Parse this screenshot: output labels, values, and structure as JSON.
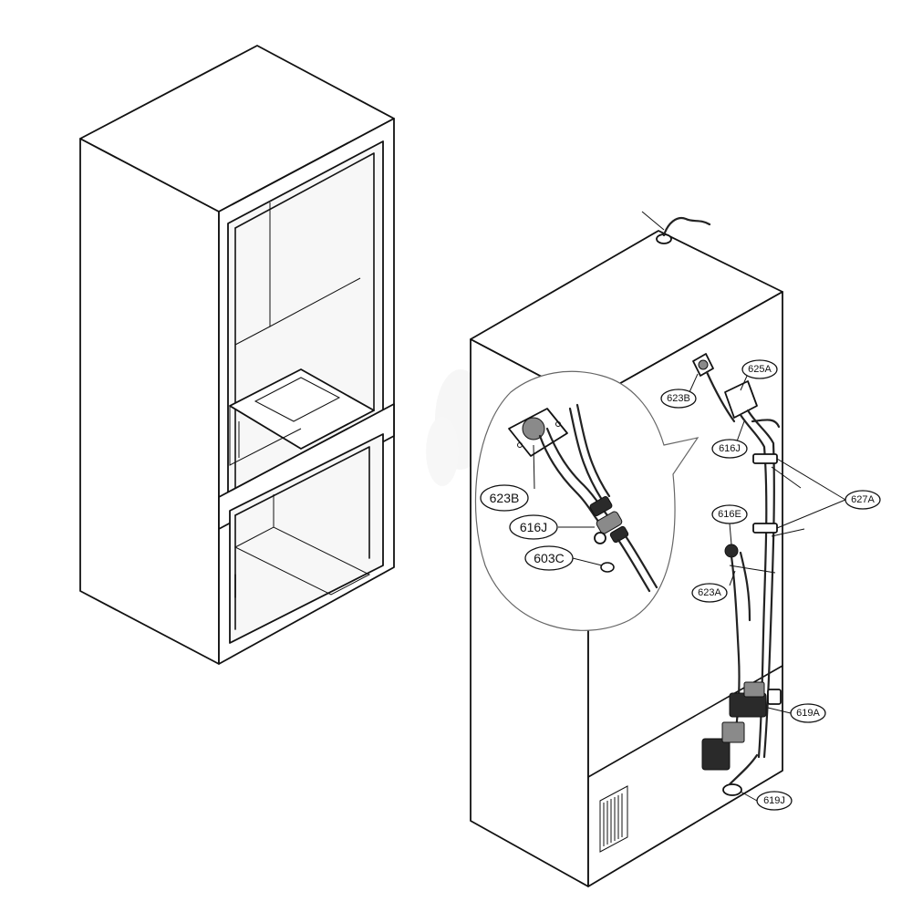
{
  "diagram": {
    "callouts": {
      "c_623B_big": "623B",
      "c_616J_big": "616J",
      "c_603C": "603C",
      "c_625A": "625A",
      "c_623B": "623B",
      "c_616J": "616J",
      "c_627A": "627A",
      "c_616E": "616E",
      "c_623A": "623A",
      "c_619A": "619A",
      "c_619J": "619J"
    }
  }
}
